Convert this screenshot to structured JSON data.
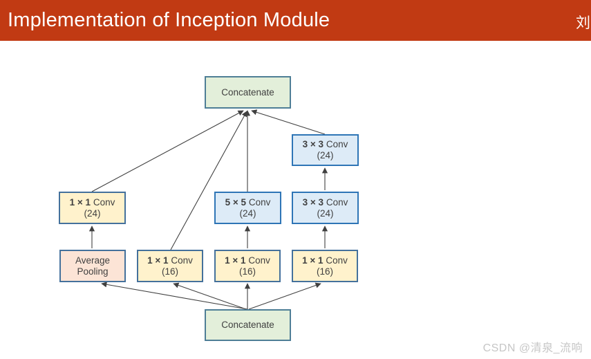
{
  "header": {
    "title": "Implementation of Inception Module",
    "corner_text": "刘",
    "bg_color": "#C13A13"
  },
  "diagram": {
    "nodes": {
      "concat_top": {
        "label": "Concatenate"
      },
      "conv3x3_out": {
        "kernel": "3 × 3",
        "op": "Conv",
        "channels": "(24)"
      },
      "conv1x1_24": {
        "kernel": "1 × 1",
        "op": "Conv",
        "channels": "(24)"
      },
      "conv5x5": {
        "kernel": "5 × 5",
        "op": "Conv",
        "channels": "(24)"
      },
      "conv3x3_mid": {
        "kernel": "3 × 3",
        "op": "Conv",
        "channels": "(24)"
      },
      "avg_pool": {
        "label": "Average Pooling"
      },
      "conv1x1_16_left": {
        "kernel": "1 × 1",
        "op": "Conv",
        "channels": "(16)"
      },
      "conv1x1_16_mid": {
        "kernel": "1 × 1",
        "op": "Conv",
        "channels": "(16)"
      },
      "conv1x1_16_right": {
        "kernel": "1 × 1",
        "op": "Conv",
        "channels": "(16)"
      },
      "concat_bottom": {
        "label": "Concatenate"
      }
    },
    "edges": [
      {
        "from": "conv1x1_24",
        "to": "concat_top"
      },
      {
        "from": "conv1x1_16_left",
        "to": "concat_top"
      },
      {
        "from": "conv5x5",
        "to": "concat_top"
      },
      {
        "from": "conv3x3_out",
        "to": "concat_top"
      },
      {
        "from": "conv3x3_mid",
        "to": "conv3x3_out"
      },
      {
        "from": "avg_pool",
        "to": "conv1x1_24"
      },
      {
        "from": "conv1x1_16_mid",
        "to": "conv5x5"
      },
      {
        "from": "conv1x1_16_right",
        "to": "conv3x3_mid"
      },
      {
        "from": "concat_bottom",
        "to": "avg_pool"
      },
      {
        "from": "concat_bottom",
        "to": "conv1x1_16_left"
      },
      {
        "from": "concat_bottom",
        "to": "conv1x1_16_mid"
      },
      {
        "from": "concat_bottom",
        "to": "conv1x1_16_right"
      }
    ],
    "colors": {
      "concatenate_fill": "#E3EFDA",
      "conv_blue_fill": "#DDEBF7",
      "conv_yellow_fill": "#FFF2CC",
      "pool_pink_fill": "#FCE4D6",
      "edge_stroke": "#404040"
    }
  },
  "watermark": {
    "text": "CSDN @清泉_流响"
  }
}
